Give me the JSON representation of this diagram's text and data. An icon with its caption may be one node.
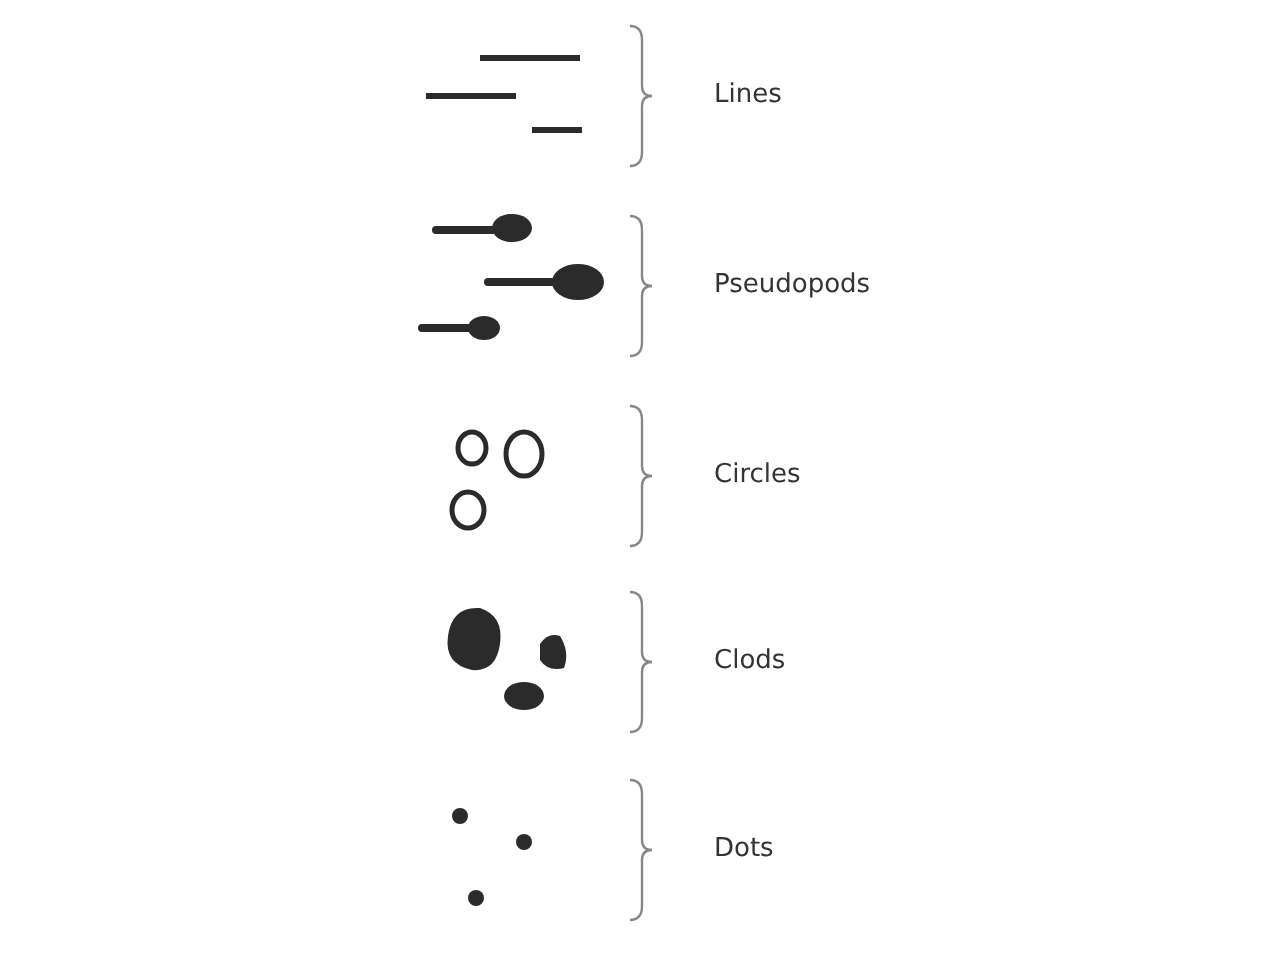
{
  "diagram": {
    "labels": [
      "Lines",
      "Pseudopods",
      "Circles",
      "Clods",
      "Dots"
    ]
  }
}
